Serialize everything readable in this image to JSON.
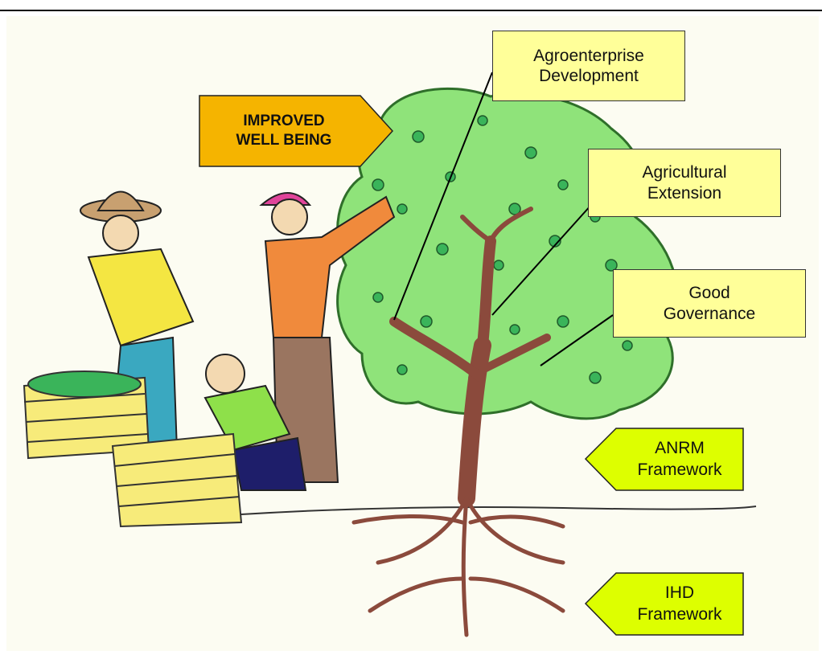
{
  "goal": {
    "line1": "IMPROVED",
    "line2": "WELL BEING",
    "color": "#f5b400"
  },
  "boxes": [
    {
      "line1": "Agroenterprise",
      "line2": "Development"
    },
    {
      "line1": "Agricultural",
      "line2": "Extension"
    },
    {
      "line1": "Good",
      "line2": "Governance"
    }
  ],
  "foundations": [
    {
      "line1": "ANRM",
      "line2": "Framework"
    },
    {
      "line1": "IHD",
      "line2": "Framework"
    }
  ],
  "colors": {
    "box_fill": "#ffff99",
    "foundation_fill": "#ddff00",
    "foliage": "#8fe37a",
    "trunk": "#8b4a3c"
  }
}
